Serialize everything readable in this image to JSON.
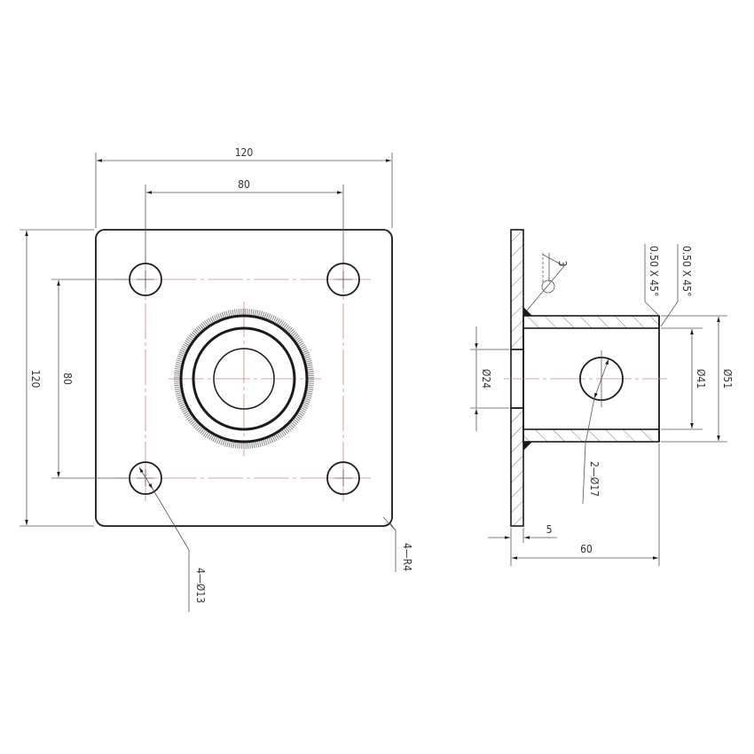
{
  "drawing": {
    "colors": {
      "outline": "#1a1a1a",
      "dimension": "#555555",
      "centerline": "#d28a80",
      "weld": "#888888"
    },
    "front_view": {
      "plate_width_label": "120",
      "plate_height_label": "120",
      "hole_spacing_x_label": "80",
      "hole_spacing_y_label": "80",
      "hole_callout": "4—Ø13",
      "corner_radius_callout": "4—R4"
    },
    "side_view": {
      "plate_thickness_label": "5",
      "overall_length_label": "60",
      "bore_label": "Ø24",
      "inner_diameter_label": "Ø41",
      "outer_diameter_label": "Ø51",
      "cross_hole_callout": "2—Ø17",
      "chamfer_1": "0.50 X 45°",
      "chamfer_2": "0.50 X 45°",
      "weld_size": "3"
    }
  }
}
